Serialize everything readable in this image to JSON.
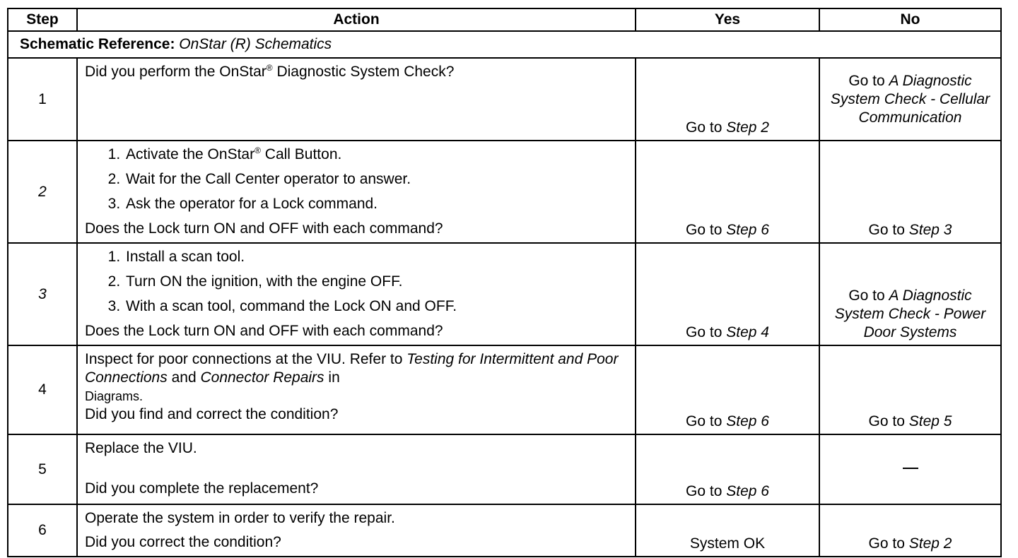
{
  "headers": {
    "step": "Step",
    "action": "Action",
    "yes": "Yes",
    "no": "No"
  },
  "schematic": {
    "label": "Schematic Reference:",
    "value": "OnStar (R) Schematics"
  },
  "registered_mark": "®",
  "rows": [
    {
      "step": "1",
      "question_pre": "Did you perform the OnStar",
      "question_post": " Diagnostic System Check?",
      "yes_prefix": "Go to ",
      "yes_link": "Step 2",
      "no_prefix": "Go to ",
      "no_link": "A Diagnostic System Check - Cellular Communication"
    },
    {
      "step": "2",
      "items": [
        {
          "pre": "Activate the OnStar",
          "post": " Call Button."
        },
        {
          "pre": "Wait for the Call Center operator to answer.",
          "post": ""
        },
        {
          "pre": "Ask the operator for a Lock command.",
          "post": ""
        }
      ],
      "question": "Does the Lock turn ON and OFF with each command?",
      "yes_prefix": "Go to ",
      "yes_link": "Step 6",
      "no_prefix": "Go to ",
      "no_link": "Step 3"
    },
    {
      "step": "3",
      "items": [
        "Install a scan tool.",
        "Turn ON the ignition, with the engine OFF.",
        "With a scan tool, command the Lock ON and OFF."
      ],
      "question": "Does the Lock turn ON and OFF with each command?",
      "yes_prefix": "Go to ",
      "yes_link": "Step 4",
      "no_prefix": "Go to ",
      "no_link": "A Diagnostic System Check - Power Door Systems"
    },
    {
      "step": "4",
      "inspect_1": "Inspect for poor connections at the VIU. Refer to ",
      "inspect_link_1": "Testing for Intermittent and Poor Connections",
      "inspect_2": " and ",
      "inspect_link_2": "Connector Repairs",
      "inspect_3": " in",
      "inspect_4": "Diagrams.",
      "question": "Did you find and correct the condition?",
      "yes_prefix": "Go to ",
      "yes_link": "Step 6",
      "no_prefix": "Go to ",
      "no_link": "Step 5"
    },
    {
      "step": "5",
      "instruction": "Replace the VIU.",
      "question": "Did you complete the replacement?",
      "yes_prefix": "Go to ",
      "yes_link": "Step 6"
    },
    {
      "step": "6",
      "instruction": "Operate the system in order to verify the repair.",
      "question": "Did you correct the condition?",
      "yes_text": "System OK",
      "no_prefix": "Go to ",
      "no_link": "Step 2"
    }
  ]
}
